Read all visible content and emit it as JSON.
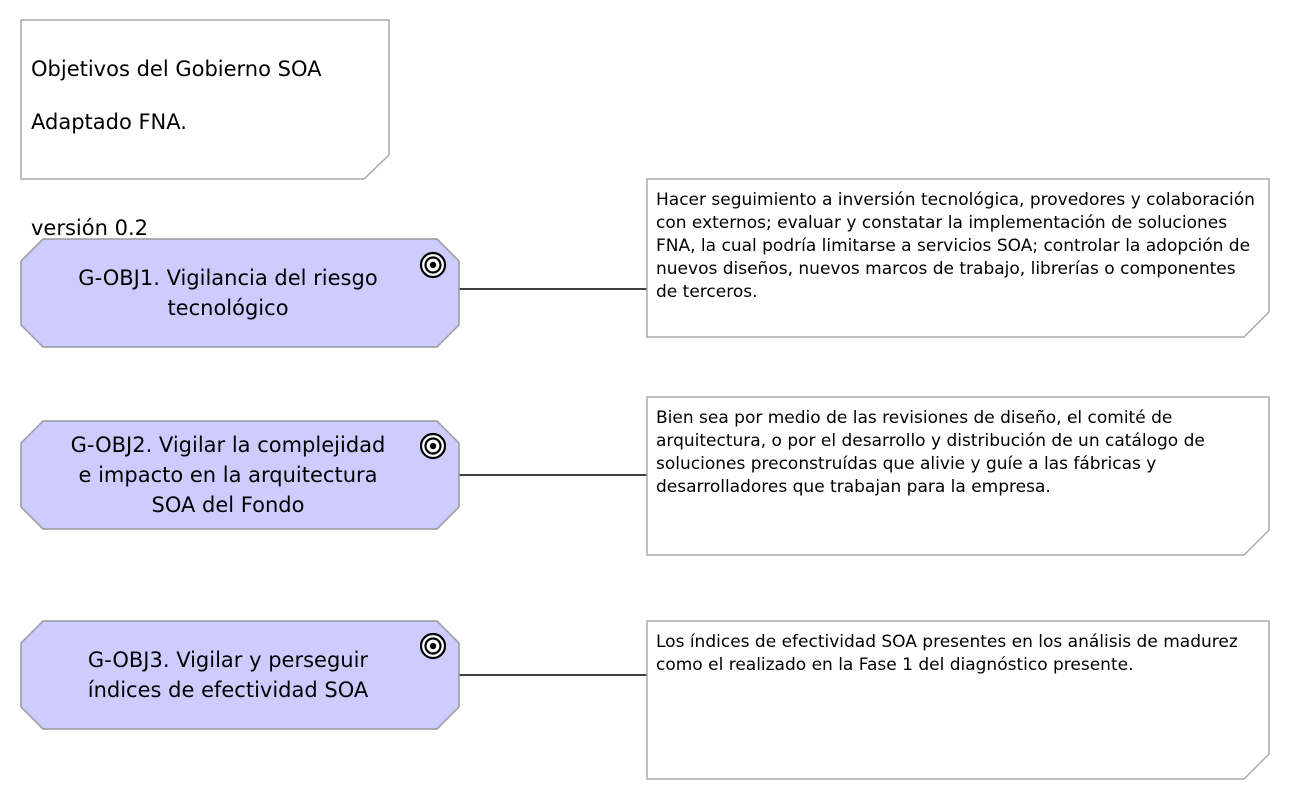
{
  "diagram": {
    "title_note": {
      "lines": [
        "Objetivos del Gobierno SOA",
        "Adaptado FNA."
      ],
      "version": "versión 0.2"
    },
    "goals": [
      {
        "id": "g-obj1",
        "label": "G-OBJ1. Vigilancia del riesgo tecnológico",
        "icon": "target-icon",
        "note": "Hacer seguimiento a inversión tecnológica, provedores y colaboración con externos; evaluar y constatar la implementación de soluciones FNA, la cual podría limitarse a servicios SOA; controlar la adopción de nuevos diseños, nuevos marcos de trabajo, librerías o componentes de terceros."
      },
      {
        "id": "g-obj2",
        "label": "G-OBJ2. Vigilar la complejidad e impacto en la arquitectura SOA del Fondo",
        "icon": "target-icon",
        "note": "Bien sea por medio de las revisiones de diseño, el comité de arquitectura, o por el desarrollo y distribución de un catálogo de soluciones preconstruídas que alivie y guíe a las fábricas y desarrolladores que trabajan para la empresa."
      },
      {
        "id": "g-obj3",
        "label": "G-OBJ3. Vigilar y perseguir índices de efectividad SOA",
        "icon": "target-icon",
        "note": "Los índices de efectividad SOA presentes en los análisis de madurez como el realizado en la Fase 1 del diagnóstico presente."
      }
    ],
    "colors": {
      "goal_fill": "#ccccff",
      "goal_stroke": "#999999",
      "note_fill": "#ffffff",
      "note_stroke": "#aaaaaa",
      "connector": "#000000"
    }
  }
}
